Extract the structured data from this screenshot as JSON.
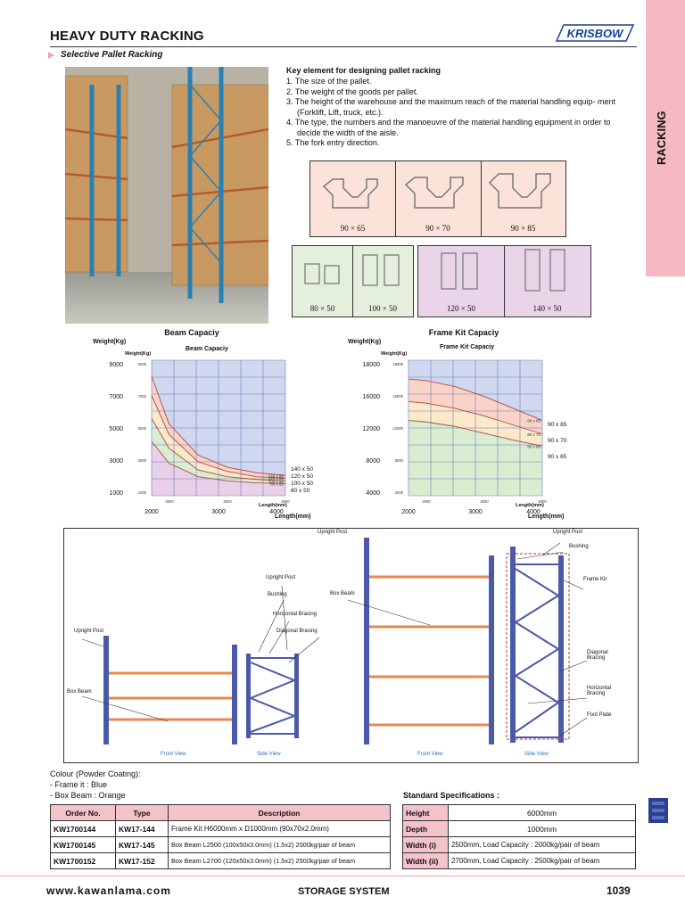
{
  "header": {
    "title": "HEAVY DUTY RACKING",
    "brand": "KRISBOW",
    "section_tab": "RACKING"
  },
  "subtitle": "Selective Pallet Racking",
  "key_elements": {
    "heading": "Key element for designing pallet racking",
    "items": [
      "1. The size of the pallet.",
      "2. The weight of the goods per pallet.",
      "3. The height of the warehouse and the maximum reach of the material handling equip- ment (Forklift, Lift, truck, etc.).",
      "4. The type, the numbers and the manoeuvre of the material handling equipment in order to decide the width of the aisle.",
      "5. The fork entry direction."
    ]
  },
  "profiles_top": [
    "90 × 65",
    "90 × 70",
    "90 × 85"
  ],
  "profiles_bottom_left": [
    "80 × 50",
    "100 × 50"
  ],
  "profiles_bottom_right": [
    "120 × 50",
    "140 × 50"
  ],
  "colors": {
    "accent_pink": "#f4b9c2",
    "table_header": "#f4c2cb",
    "frame_blue": "#3c4a9a",
    "beam_orange": "#e58a4e"
  },
  "chart_data": [
    {
      "type": "area",
      "title": "Beam Capaciy",
      "inner_title": "Beam Capaciy",
      "ylabel": "Weight(Kg)",
      "inner_ylabel": "Weight(Kg)",
      "xlabel": "Length(mm)",
      "inner_xlabel": "Length(mm)",
      "x_ticks": [
        "2000",
        "3000",
        "4000"
      ],
      "y_ticks": [
        "9000",
        "7000",
        "5000",
        "3000",
        "1000"
      ],
      "inner_y_ticks": [
        "9000",
        "7000",
        "5000",
        "3000",
        "1000"
      ],
      "inner_x_ticks": [
        "2000",
        "3000",
        "4000"
      ],
      "xlim": [
        1700,
        4000
      ],
      "ylim": [
        0,
        10000
      ],
      "series": [
        {
          "name": "140 x 50",
          "x": [
            1700,
            2000,
            2500,
            3000,
            3500,
            4000
          ],
          "y": [
            8800,
            5300,
            3000,
            2100,
            1700,
            1500
          ]
        },
        {
          "name": "120 x 50",
          "x": [
            1700,
            2000,
            2500,
            3000,
            3500,
            4000
          ],
          "y": [
            7400,
            4500,
            2500,
            1800,
            1400,
            1300
          ]
        },
        {
          "name": "100 x 50",
          "x": [
            1700,
            2000,
            2500,
            3000,
            3500,
            4000
          ],
          "y": [
            5700,
            3500,
            1900,
            1400,
            1200,
            1100
          ]
        },
        {
          "name": "80 x 50",
          "x": [
            1700,
            2000,
            2500,
            3000,
            3500,
            4000
          ],
          "y": [
            4000,
            2400,
            1400,
            1100,
            950,
            900
          ]
        }
      ]
    },
    {
      "type": "area",
      "title": "Frame Kit Capaciy",
      "inner_title": "Frame Kit Capaciy",
      "ylabel": "Weight(Kg)",
      "inner_ylabel": "Weight(Kg)",
      "xlabel": "Length(mm)",
      "inner_xlabel": "Length(mm)",
      "x_ticks": [
        "2000",
        "3000",
        "4000"
      ],
      "y_ticks": [
        "18000",
        "16000",
        "12000",
        "8000",
        "4000"
      ],
      "inner_y_ticks": [
        "18000",
        "16000",
        "12000",
        "8000",
        "4000"
      ],
      "inner_x_ticks": [
        "2000",
        "3000",
        "4000"
      ],
      "xlim": [
        1700,
        4000
      ],
      "ylim": [
        2000,
        20000
      ],
      "series": [
        {
          "name": "90 x 85",
          "x": [
            1700,
            2000,
            2500,
            3000,
            3500,
            4000
          ],
          "y": [
            17500,
            17300,
            16500,
            15200,
            13600,
            12000
          ]
        },
        {
          "name": "90 x 70",
          "x": [
            1700,
            2000,
            2500,
            3000,
            3500,
            4000
          ],
          "y": [
            14500,
            14300,
            13600,
            12600,
            11400,
            10200
          ]
        },
        {
          "name": "90 x 65",
          "x": [
            1700,
            2000,
            2500,
            3000,
            3500,
            4000
          ],
          "y": [
            12000,
            11800,
            11200,
            10300,
            9400,
            8600
          ]
        }
      ]
    }
  ],
  "diagram_labels": {
    "upright_post": "Upright Post",
    "box_beam": "Box Beam",
    "bushing": "Bushing",
    "horizontal_bracing": "Horizontal Bracing",
    "diagonal_bracing": "Diagonal Bracing",
    "frame_kit": "Frame Kit",
    "diagonal_bracing_right": "Diagonal Bracing",
    "horizontal_bracing_right": "Horizontal Bracing",
    "foot_plate": "Foot Plate",
    "front_view": "Front View",
    "side_view": "Side View"
  },
  "colour_note": [
    "Colour (Powder Coating):",
    "- Frame it : Blue",
    "- Box Beam : Orange"
  ],
  "order_table": {
    "headers": [
      "Order No.",
      "Type",
      "Description"
    ],
    "rows": [
      [
        "KW1700144",
        "KW17-144",
        "Frame Kit  H6000mm x D1000mm (90x70x2.0mm)"
      ],
      [
        "KW1700145",
        "KW17-145",
        "Box Beam L2500 (100x50x3.0mm) (1.5x2) 2000kg/pair of beam"
      ],
      [
        "KW1700152",
        "KW17-152",
        "Box Beam L2700 (120x50x3.0mm) (1.5x2) 2500kg/pair of beam"
      ]
    ]
  },
  "specs": {
    "title": "Standard Specifications :",
    "rows": [
      [
        "Height",
        "6000mm"
      ],
      [
        "Depth",
        "1000mm"
      ],
      [
        "Width (i)",
        "2500mm, Load Capacity : 2000kg/pair of beam"
      ],
      [
        "Width (ii)",
        "2700mm, Load Capacity : 2500kg/pair of beam"
      ]
    ]
  },
  "footer": {
    "url": "www.kawanlama.com",
    "category": "STORAGE SYSTEM",
    "page": "1039"
  }
}
